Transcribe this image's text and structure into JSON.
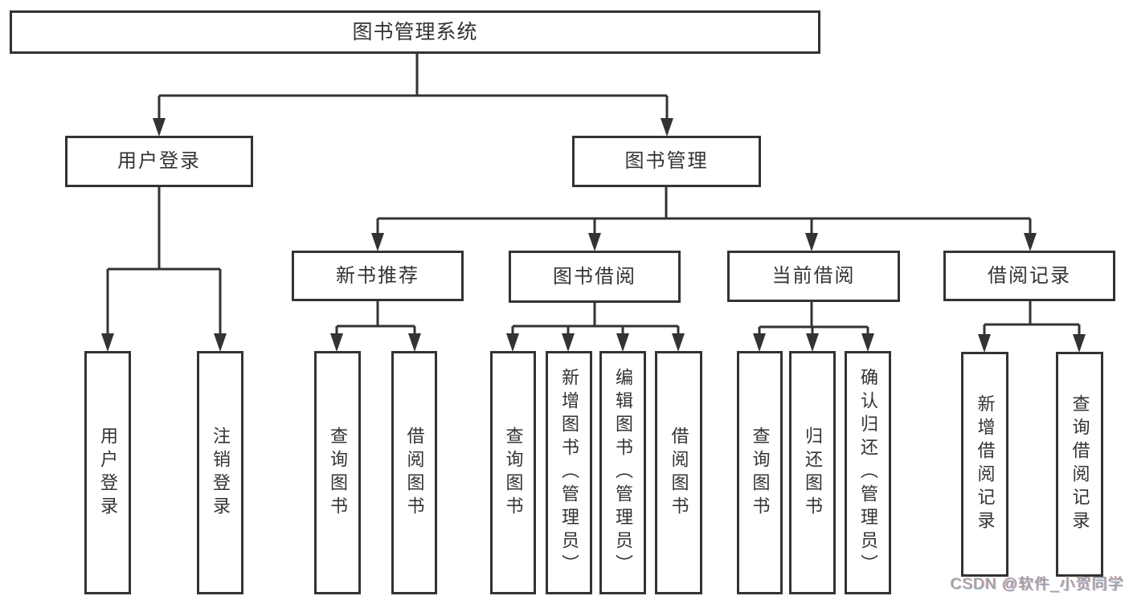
{
  "diagram": {
    "type": "hierarchy",
    "nodes": {
      "root": "图书管理系统",
      "user_login": "用户登录",
      "book_mgmt": "图书管理",
      "new_book_rec": "新书推荐",
      "book_borrow": "图书借阅",
      "current_borrow": "当前借阅",
      "borrow_record": "借阅记录",
      "leaf_user_login": "用户登录",
      "leaf_logout": "注销登录",
      "rec_query_book": "查询图书",
      "rec_borrow_book": "借阅图书",
      "bb_query_book": "查询图书",
      "bb_add_book": "新增图书（管理员）",
      "bb_edit_book": "编辑图书（管理员）",
      "bb_borrow_book": "借阅图书",
      "cb_query_book": "查询图书",
      "cb_return_book": "归还图书",
      "cb_confirm_return": "确认归还（管理员）",
      "br_add_record": "新增借阅记录",
      "br_query_record": "查询借阅记录"
    },
    "hierarchy": {
      "图书管理系统": {
        "用户登录": [
          "用户登录",
          "注销登录"
        ],
        "图书管理": {
          "新书推荐": [
            "查询图书",
            "借阅图书"
          ],
          "图书借阅": [
            "查询图书",
            "新增图书（管理员）",
            "编辑图书（管理员）",
            "借阅图书"
          ],
          "当前借阅": [
            "查询图书",
            "归还图书",
            "确认归还（管理员）"
          ],
          "借阅记录": [
            "新增借阅记录",
            "查询借阅记录"
          ]
        }
      }
    },
    "colors": {
      "line": "#333333",
      "text": "#333333",
      "box_background": "#ffffff",
      "page_background": "#ffffff",
      "watermark": "#9e9e9e"
    }
  },
  "watermark": {
    "text": "CSDN @软件_小贺同学"
  }
}
